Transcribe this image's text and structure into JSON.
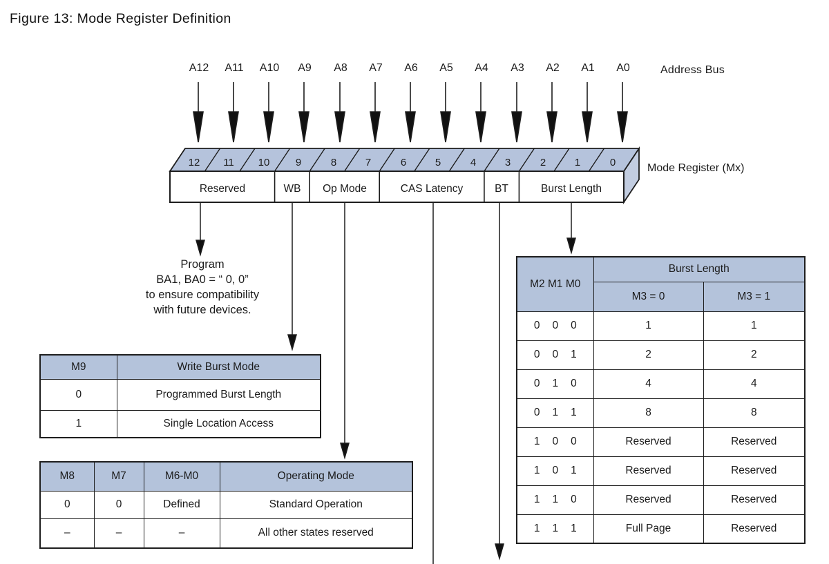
{
  "title": "Figure 13: Mode Register Definition",
  "address_bus": {
    "label": "Address Bus",
    "pins": [
      "A12",
      "A11",
      "A10",
      "A9",
      "A8",
      "A7",
      "A6",
      "A5",
      "A4",
      "A3",
      "A2",
      "A1",
      "A0"
    ]
  },
  "register": {
    "label": "Mode Register (Mx)",
    "bits": [
      "12",
      "11",
      "10",
      "9",
      "8",
      "7",
      "6",
      "5",
      "4",
      "3",
      "2",
      "1",
      "0"
    ],
    "fields": [
      "Reserved",
      "WB",
      "Op Mode",
      "CAS Latency",
      "BT",
      "Burst Length"
    ]
  },
  "program_note": {
    "lines": [
      "Program",
      "BA1, BA0 = “ 0, 0”",
      "to ensure compatibility",
      "with future devices."
    ]
  },
  "write_burst_table": {
    "headers": [
      "M9",
      "Write Burst Mode"
    ],
    "rows": [
      [
        "0",
        "Programmed Burst Length"
      ],
      [
        "1",
        "Single Location Access"
      ]
    ]
  },
  "operating_mode_table": {
    "headers": [
      "M8",
      "M7",
      "M6-M0",
      "Operating Mode"
    ],
    "rows": [
      [
        "0",
        "0",
        "Defined",
        "Standard Operation"
      ],
      [
        "–",
        "–",
        "–",
        "All other states reserved"
      ]
    ]
  },
  "burst_length_table": {
    "col_header": "M2 M1 M0",
    "group_header": "Burst Length",
    "sub_headers": [
      "M3 = 0",
      "M3 = 1"
    ],
    "rows": [
      {
        "bits": [
          "0",
          "0",
          "0"
        ],
        "m3_0": "1",
        "m3_1": "1"
      },
      {
        "bits": [
          "0",
          "0",
          "1"
        ],
        "m3_0": "2",
        "m3_1": "2"
      },
      {
        "bits": [
          "0",
          "1",
          "0"
        ],
        "m3_0": "4",
        "m3_1": "4"
      },
      {
        "bits": [
          "0",
          "1",
          "1"
        ],
        "m3_0": "8",
        "m3_1": "8"
      },
      {
        "bits": [
          "1",
          "0",
          "0"
        ],
        "m3_0": "Reserved",
        "m3_1": "Reserved"
      },
      {
        "bits": [
          "1",
          "0",
          "1"
        ],
        "m3_0": "Reserved",
        "m3_1": "Reserved"
      },
      {
        "bits": [
          "1",
          "1",
          "0"
        ],
        "m3_0": "Reserved",
        "m3_1": "Reserved"
      },
      {
        "bits": [
          "1",
          "1",
          "1"
        ],
        "m3_0": "Full Page",
        "m3_1": "Reserved"
      }
    ]
  },
  "colors": {
    "header_blue": "#b4c3db",
    "register_top_face": "#b5c3dc",
    "register_side_face": "#c2cde1",
    "line": "#1d1d1d"
  }
}
